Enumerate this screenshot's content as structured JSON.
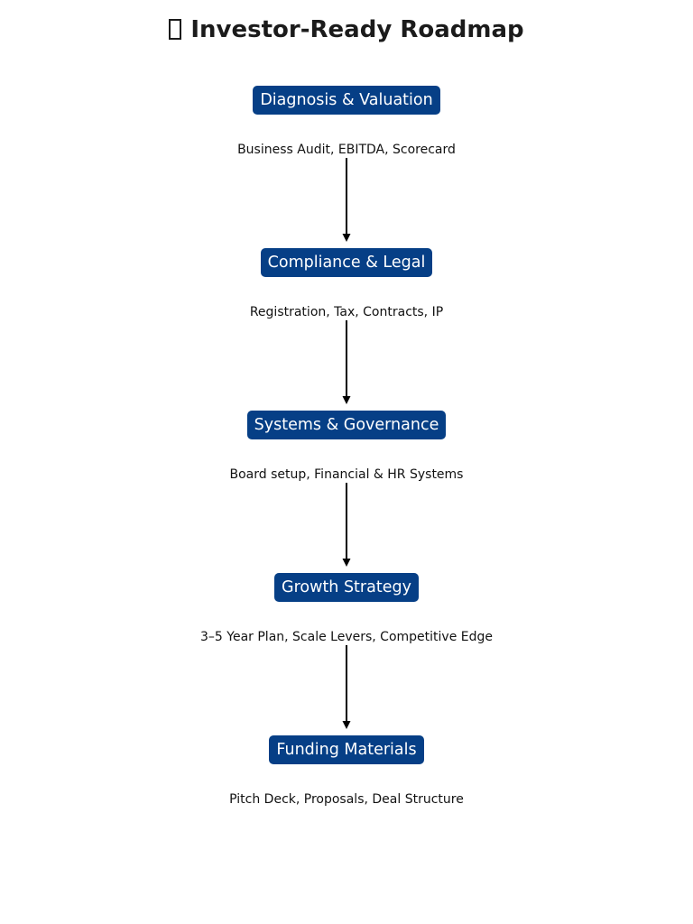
{
  "header": {
    "title": "Investor-Ready Roadmap",
    "icon": "missing-glyph-icon"
  },
  "stages": [
    {
      "label": "Diagnosis & Valuation",
      "detail": "Business Audit, EBITDA, Scorecard"
    },
    {
      "label": "Compliance & Legal",
      "detail": "Registration, Tax, Contracts, IP"
    },
    {
      "label": "Systems & Governance",
      "detail": "Board setup, Financial & HR Systems"
    },
    {
      "label": "Growth Strategy",
      "detail": "3–5 Year Plan, Scale Levers, Competitive Edge"
    },
    {
      "label": "Funding Materials",
      "detail": "Pitch Deck, Proposals, Deal Structure"
    }
  ],
  "colors": {
    "box_fill": "#063f86",
    "box_text": "#ffffff",
    "arrow": "#000000",
    "title": "#1b1b1b"
  }
}
